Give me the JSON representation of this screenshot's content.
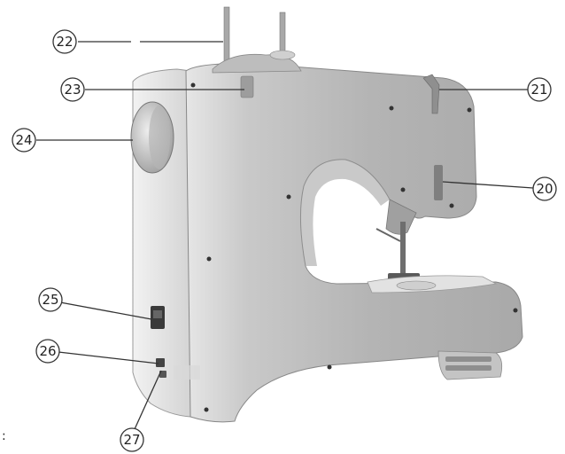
{
  "callouts": [
    {
      "id": "c22",
      "label": "22"
    },
    {
      "id": "c23",
      "label": "23"
    },
    {
      "id": "c21",
      "label": "21"
    },
    {
      "id": "c24",
      "label": "24"
    },
    {
      "id": "c20",
      "label": "20"
    },
    {
      "id": "c25",
      "label": "25"
    },
    {
      "id": "c26",
      "label": "26"
    },
    {
      "id": "c27",
      "label": "27"
    }
  ],
  "stray_mark": ":",
  "colors": {
    "body": "#b8b8b8",
    "body_light": "#d2d2d2",
    "body_dark": "#8a8a8a",
    "background": "#ffffff",
    "ink": "#222222"
  }
}
